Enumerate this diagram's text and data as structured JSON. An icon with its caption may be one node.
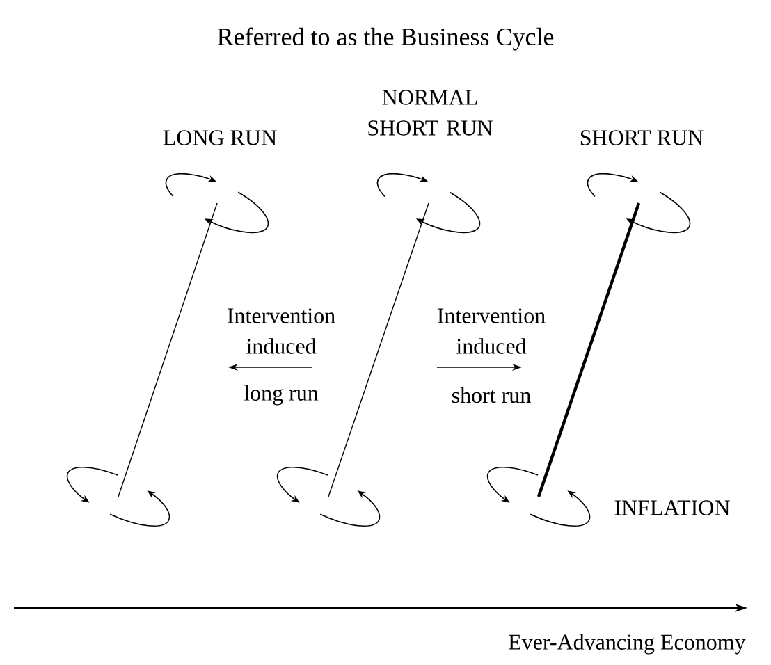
{
  "diagram": {
    "title": "Referred to as the Business Cycle",
    "nodes": [
      {
        "text": [],
        "shape": "ellipse"
      },
      {
        "text": [],
        "shape": "ellipse"
      },
      {
        "text": [],
        "shape": "ellipse"
      },
      {
        "text": [],
        "shape": "ellipse"
      },
      {
        "text": [],
        "shape": "ellipse"
      },
      {
        "text": [],
        "shape": "ellipse"
      }
    ],
    "edges": [
      {
        "from": 3,
        "to": 0,
        "arrow": "none"
      },
      {
        "from": 4,
        "to": 1,
        "arrow": "none"
      },
      {
        "from": 5,
        "to": 2,
        "arrow": "none",
        "style": "thick"
      }
    ],
    "labels": [
      "LONG RUN",
      "NORMAL SHORT RUN",
      "SHORT RUN",
      "Intervention induced",
      "long run",
      "Intervention induced",
      "short run",
      "INFLATION",
      "Ever-Advancing Economy"
    ]
  }
}
